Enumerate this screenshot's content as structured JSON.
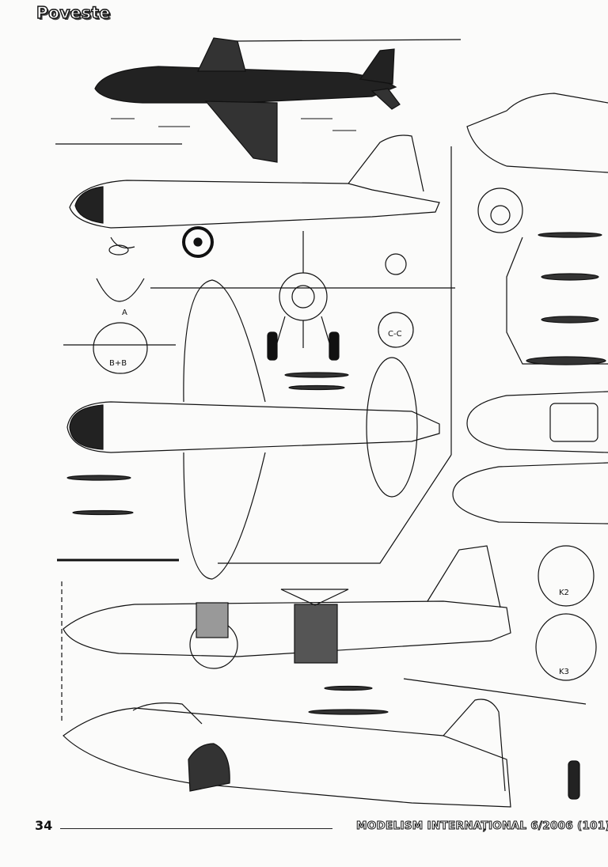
{
  "header": {
    "section_title": "Poveste"
  },
  "drawing_labels": {
    "section_a": "A",
    "section_bb": "B+B",
    "section_cc": "C-C",
    "detail_k2": "K2",
    "detail_k3": "K3"
  },
  "footer": {
    "page_number": "34",
    "publication": "MODELISM INTERNAȚIONAL 6/2006 (101)"
  }
}
